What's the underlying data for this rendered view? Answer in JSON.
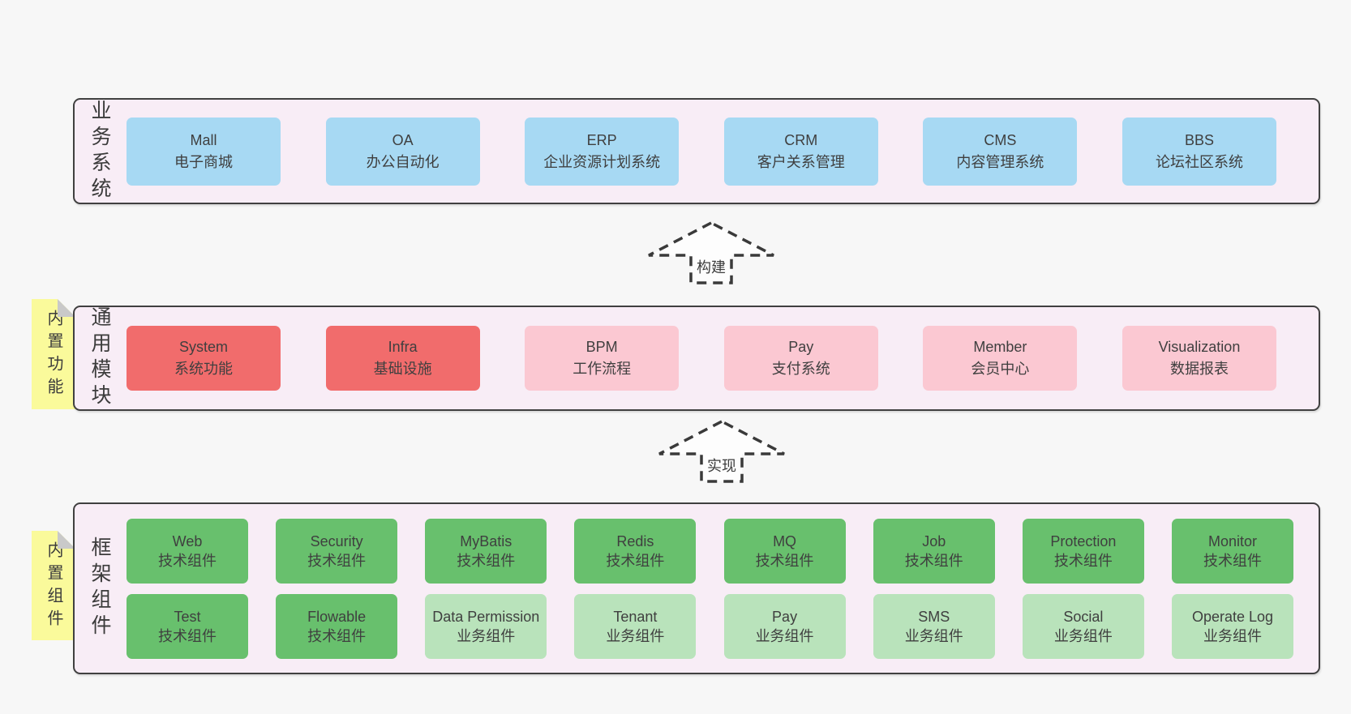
{
  "palette": {
    "page_bg": "#f7f7f7",
    "band_bg": "#f8edf6",
    "band_border": "#404040",
    "blue": "#a7d9f3",
    "red": "#f16c6c",
    "pink": "#fbc8d2",
    "green": "#68c06d",
    "lightgreen": "#b9e3bb",
    "tab_bg": "#fafa9b",
    "fold": "#c9c9c9",
    "text": "#3d3d3d"
  },
  "arrows": {
    "build": "构建",
    "implement": "实现"
  },
  "sections": {
    "business": {
      "label": "业务系统",
      "boxes": [
        {
          "name": "Mall",
          "desc": "电子商城"
        },
        {
          "name": "OA",
          "desc": "办公自动化"
        },
        {
          "name": "ERP",
          "desc": "企业资源计划系统"
        },
        {
          "name": "CRM",
          "desc": "客户关系管理"
        },
        {
          "name": "CMS",
          "desc": "内容管理系统"
        },
        {
          "name": "BBS",
          "desc": "论坛社区系统"
        }
      ]
    },
    "modules": {
      "label": "通用模块",
      "tab": "内置功能",
      "boxes": [
        {
          "name": "System",
          "desc": "系统功能",
          "variant": "red"
        },
        {
          "name": "Infra",
          "desc": "基础设施",
          "variant": "red"
        },
        {
          "name": "BPM",
          "desc": "工作流程",
          "variant": "pink"
        },
        {
          "name": "Pay",
          "desc": "支付系统",
          "variant": "pink"
        },
        {
          "name": "Member",
          "desc": "会员中心",
          "variant": "pink"
        },
        {
          "name": "Visualization",
          "desc": "数据报表",
          "variant": "pink"
        }
      ]
    },
    "framework": {
      "label": "框架组件",
      "tab": "内置组件",
      "row1": [
        {
          "name": "Web",
          "desc": "技术组件",
          "variant": "green"
        },
        {
          "name": "Security",
          "desc": "技术组件",
          "variant": "green"
        },
        {
          "name": "MyBatis",
          "desc": "技术组件",
          "variant": "green"
        },
        {
          "name": "Redis",
          "desc": "技术组件",
          "variant": "green"
        },
        {
          "name": "MQ",
          "desc": "技术组件",
          "variant": "green"
        },
        {
          "name": "Job",
          "desc": "技术组件",
          "variant": "green"
        },
        {
          "name": "Protection",
          "desc": "技术组件",
          "variant": "green"
        },
        {
          "name": "Monitor",
          "desc": "技术组件",
          "variant": "green"
        }
      ],
      "row2": [
        {
          "name": "Test",
          "desc": "技术组件",
          "variant": "green"
        },
        {
          "name": "Flowable",
          "desc": "技术组件",
          "variant": "green"
        },
        {
          "name": "Data Permission",
          "desc": "业务组件",
          "variant": "lightgreen"
        },
        {
          "name": "Tenant",
          "desc": "业务组件",
          "variant": "lightgreen"
        },
        {
          "name": "Pay",
          "desc": "业务组件",
          "variant": "lightgreen"
        },
        {
          "name": "SMS",
          "desc": "业务组件",
          "variant": "lightgreen"
        },
        {
          "name": "Social",
          "desc": "业务组件",
          "variant": "lightgreen"
        },
        {
          "name": "Operate Log",
          "desc": "业务组件",
          "variant": "lightgreen"
        }
      ]
    }
  }
}
